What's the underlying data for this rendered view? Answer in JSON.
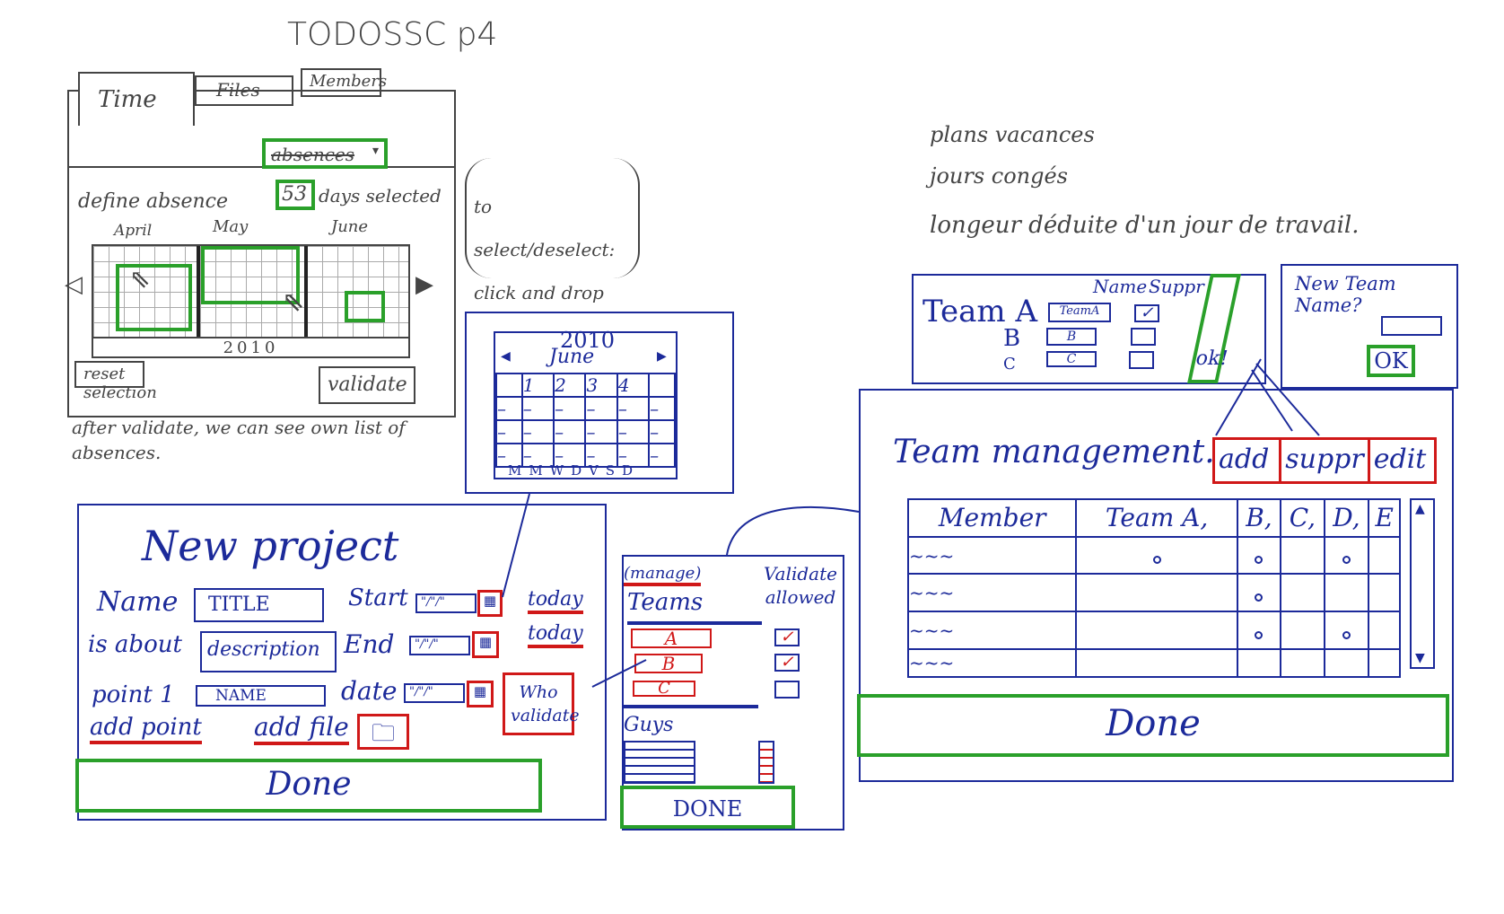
{
  "title": "TODOSSC p4",
  "time_panel": {
    "tabs": [
      "Time",
      "Files",
      "Members"
    ],
    "dropdown_value": "absences",
    "define_label": "define absence",
    "days_count": "53",
    "days_label": "days selected",
    "months": [
      "April",
      "May",
      "June"
    ],
    "year": "2010",
    "reset_label": "reset selection",
    "validate_label": "validate"
  },
  "notes": {
    "select_hint": "to select/deselect: click and drop",
    "after_validate": "after validate, we can see own list of absences.",
    "french": [
      "plans vacances",
      "jours congés",
      "longeur déduite d'un jour de travail."
    ]
  },
  "date_picker": {
    "year": "2010",
    "month": "June",
    "days": [
      "1",
      "2",
      "3",
      "4"
    ],
    "weekdays": "MMWDVSD"
  },
  "new_project": {
    "title": "New project",
    "name_label": "Name",
    "name_value": "TITLE",
    "about_label": "is about",
    "about_value": "description",
    "point_label": "point 1",
    "point_value": "NAME",
    "start_label": "Start",
    "end_label": "End",
    "date_label": "date",
    "date_placeholder": "\"/\"/\"",
    "today_label": "today",
    "who_validate": "Who validate",
    "add_point": "add point",
    "add_file": "add file",
    "done": "Done"
  },
  "teams_panel": {
    "manage": "(manage)",
    "teams": "Teams",
    "validate_allowed": "Validate allowed",
    "team_items": [
      {
        "name": "A",
        "checked": true
      },
      {
        "name": "B",
        "checked": true
      },
      {
        "name": "C",
        "checked": false
      }
    ],
    "guys": "Guys",
    "done": "DONE"
  },
  "team_edit": {
    "team_label": "Team A",
    "rows": [
      "B",
      "C"
    ],
    "name_header": "Name",
    "suppr_header": "Suppr",
    "name_values": [
      "TeamA",
      "B",
      "C"
    ],
    "suppr_checked": [
      true,
      false,
      false
    ],
    "ok": "ok!"
  },
  "new_team": {
    "prompt": "New Team Name?",
    "ok": "OK"
  },
  "team_management": {
    "title": "Team management.",
    "actions": [
      "add",
      "suppr",
      "edit"
    ],
    "columns": [
      "Member",
      "Team A,",
      "B,",
      "C,",
      "D,",
      "E"
    ],
    "rows": [
      {
        "member": "~~~",
        "marks": [
          true,
          true,
          false,
          true,
          false
        ]
      },
      {
        "member": "~~~",
        "marks": [
          false,
          true,
          false,
          false,
          false
        ]
      },
      {
        "member": "~~~",
        "marks": [
          false,
          true,
          false,
          true,
          false
        ]
      },
      {
        "member": "~~~",
        "marks": [
          false,
          false,
          false,
          false,
          false
        ]
      }
    ],
    "done": "Done"
  }
}
